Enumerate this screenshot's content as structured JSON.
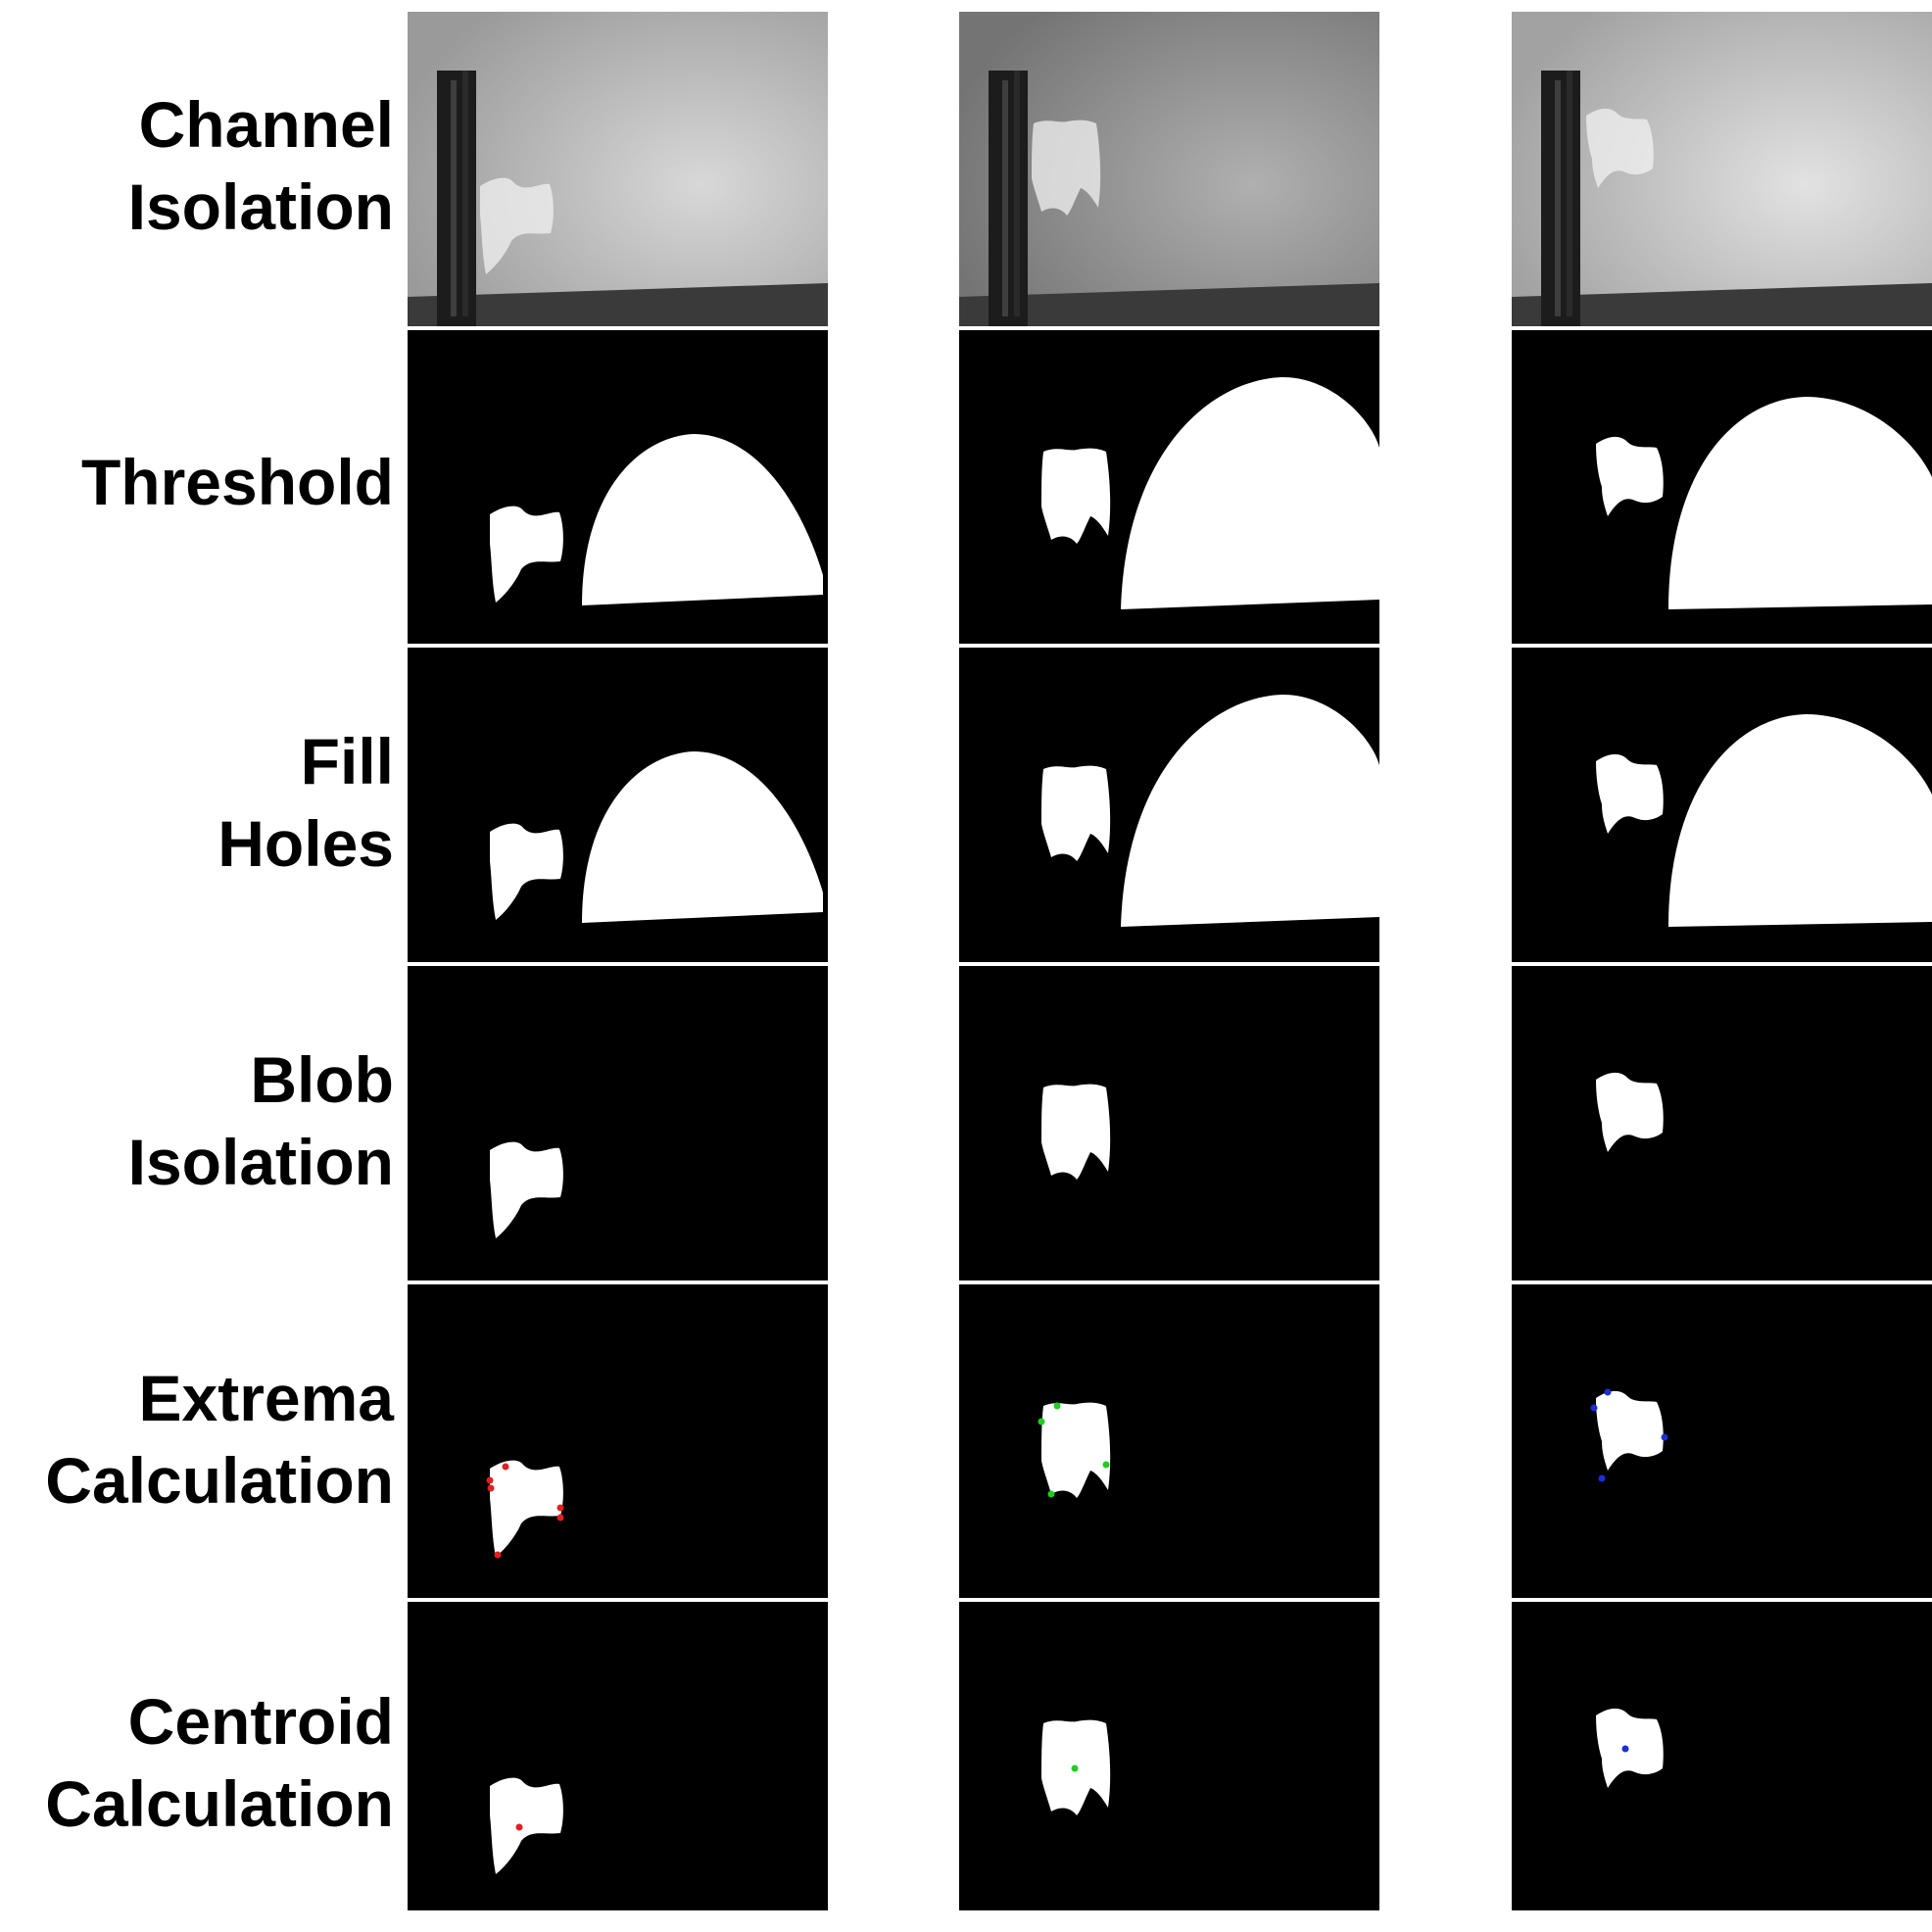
{
  "rows": [
    {
      "id": "channel-isolation",
      "label_lines": [
        "Channel",
        "Isolation"
      ]
    },
    {
      "id": "threshold",
      "label_lines": [
        "Threshold"
      ]
    },
    {
      "id": "fill-holes",
      "label_lines": [
        "Fill",
        "Holes"
      ]
    },
    {
      "id": "blob-isolation",
      "label_lines": [
        "Blob",
        "Isolation"
      ]
    },
    {
      "id": "extrema-calculation",
      "label_lines": [
        "Extrema",
        "Calculation"
      ]
    },
    {
      "id": "centroid-calculation",
      "label_lines": [
        "Centroid",
        "Calculation"
      ]
    }
  ],
  "columns": [
    {
      "id": "frame-1",
      "marker_color": "#e02020"
    },
    {
      "id": "frame-2",
      "marker_color": "#22cc22"
    },
    {
      "id": "frame-3",
      "marker_color": "#1a2fd6"
    }
  ],
  "colors": {
    "background": "#ffffff",
    "panel_background": "#000000",
    "mask_foreground": "#ffffff"
  }
}
